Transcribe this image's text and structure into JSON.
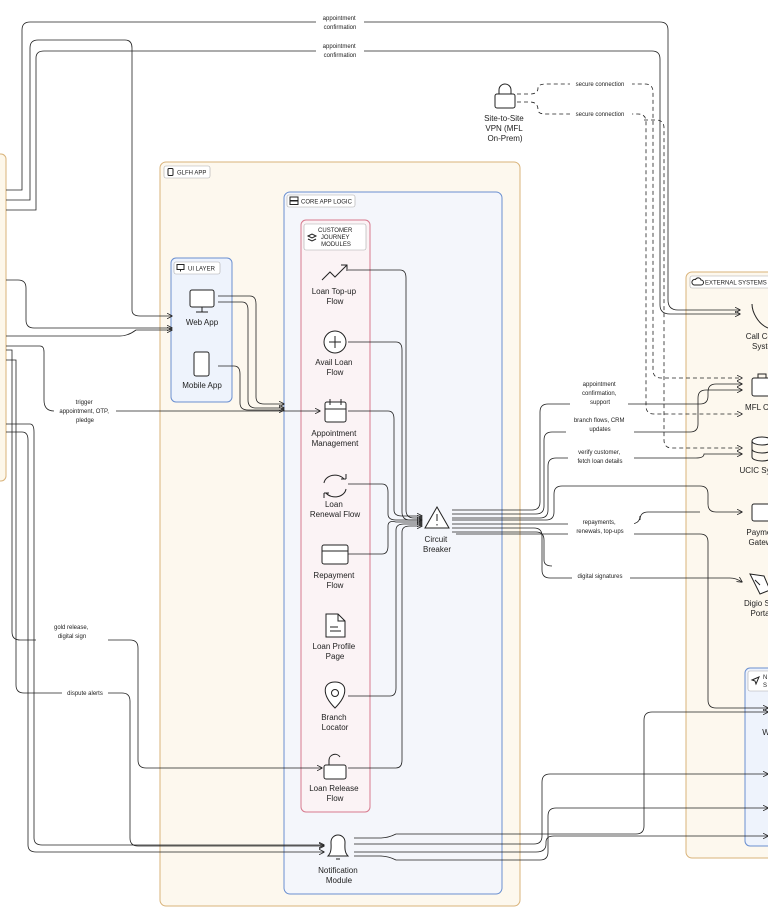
{
  "containers": {
    "glfh_app": "GLFH APP",
    "core_app_logic": "CORE APP LOGIC",
    "ui_layer": "UI LAYER",
    "customer_journey": [
      "CUSTOMER",
      "JOURNEY",
      "MODULES"
    ],
    "external_systems": "EXTERNAL SYSTEMS",
    "notification_services": [
      "N",
      "S"
    ]
  },
  "nodes": {
    "web_app": "Web App",
    "mobile_app": "Mobile App",
    "loan_topup": [
      "Loan Top-up",
      "Flow"
    ],
    "avail_loan": [
      "Avail Loan",
      "Flow"
    ],
    "appointment_mgmt": [
      "Appointment",
      "Management"
    ],
    "loan_renewal": [
      "Loan",
      "Renewal Flow"
    ],
    "repayment": [
      "Repayment",
      "Flow"
    ],
    "loan_profile": [
      "Loan Profile",
      "Page"
    ],
    "branch_locator": [
      "Branch",
      "Locator"
    ],
    "loan_release": [
      "Loan Release",
      "Flow"
    ],
    "circuit_breaker": [
      "Circuit",
      "Breaker"
    ],
    "notification_module": [
      "Notification",
      "Module"
    ],
    "vpn": [
      "Site-to-Site",
      "VPN (MFL",
      "On-Prem)"
    ],
    "call_center": [
      "Call Ce",
      "Syste"
    ],
    "mfl_crm": "MFL CI",
    "ucic": "UCIC Sy",
    "payment_gateway": [
      "Payme",
      "Gatew"
    ],
    "digio": [
      "Digio S",
      "Porta"
    ],
    "whatsapp": "W"
  },
  "edge_labels": {
    "appt_conf_1": [
      "appointment",
      "confirmation"
    ],
    "appt_conf_2": [
      "appointment",
      "confirmation"
    ],
    "secure_1": "secure connection",
    "secure_2": "secure connection",
    "trigger": [
      "trigger",
      "appointment, OTP,",
      "pledge"
    ],
    "appt_support": [
      "appointment",
      "confirmation,",
      "support"
    ],
    "branch_flows": [
      "branch flows, CRM",
      "updates"
    ],
    "verify_customer": [
      "verify customer,",
      "fetch loan details"
    ],
    "repayments": [
      "repayments,",
      "renewals, top-ups"
    ],
    "digital_signatures": "digital signatures",
    "gold_release": [
      "gold release,",
      "digital sign"
    ],
    "dispute_alerts": "dispute alerts"
  }
}
